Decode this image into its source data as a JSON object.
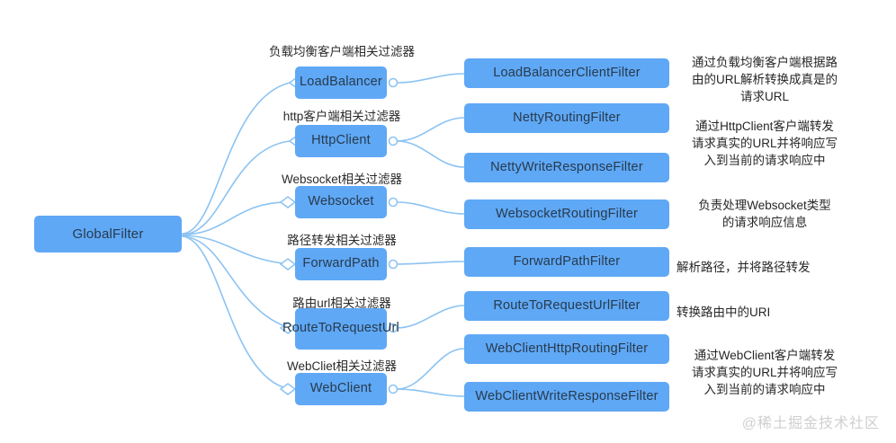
{
  "diagram": {
    "type": "mindmap",
    "root": {
      "label": "GlobalFilter"
    },
    "accent_color": "#5fa8f5",
    "connector_color": "#8cc3f2",
    "text_color": "#273a4d",
    "background": "#ffffff",
    "branches": [
      {
        "category_label": "负载均衡客户端相关过滤器",
        "node": "LoadBalancer",
        "filters": [
          "LoadBalancerClientFilter"
        ],
        "description": "通过负载均衡客户端根据路\n由的URL解析转换成真是的\n请求URL"
      },
      {
        "category_label": "http客户端相关过滤器",
        "node": "HttpClient",
        "filters": [
          "NettyRoutingFilter",
          "NettyWriteResponseFilter"
        ],
        "description": "通过HttpClient客户端转发\n请求真实的URL并将响应写\n入到当前的请求响应中"
      },
      {
        "category_label": "Websocket相关过滤器",
        "node": "Websocket",
        "filters": [
          "WebsocketRoutingFilter"
        ],
        "description": "负责处理Websocket类型\n的请求响应信息"
      },
      {
        "category_label": "路径转发相关过滤器",
        "node": "ForwardPath",
        "filters": [
          "ForwardPathFilter"
        ],
        "description": "解析路径，并将路径转发"
      },
      {
        "category_label": "路由url相关过滤器",
        "node": "RouteToRequestUrl",
        "filters": [
          "RouteToRequestUrlFilter"
        ],
        "description": "转换路由中的URI"
      },
      {
        "category_label": "WebCliet相关过滤器",
        "node": "WebClient",
        "filters": [
          "WebClientHttpRoutingFilter",
          "WebClientWriteResponseFilter"
        ],
        "description": "通过WebClient客户端转发\n请求真实的URL并将响应写\n入到当前的请求响应中"
      }
    ],
    "watermark": "@稀土掘金技术社区"
  }
}
